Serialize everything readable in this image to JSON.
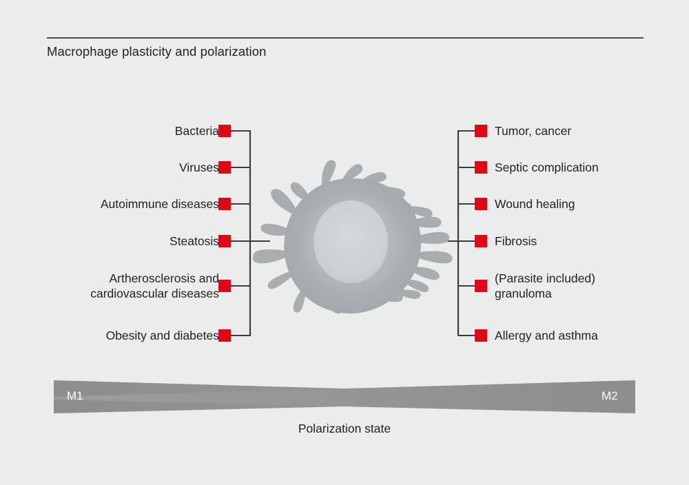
{
  "figure": {
    "title": "Macrophage plasticity and polarization",
    "axis_caption": "Polarization state",
    "background_color": "#ebecec",
    "accent_color": "#e30613",
    "rule_color": "#4c4f52",
    "wedge_color": "#8e9092",
    "cell_body_color": "#a9adb0",
    "cell_nucleus_color": "#cdd1d5"
  },
  "left_column": {
    "pole": "M1",
    "pole_label": "M1",
    "items": [
      {
        "marker": "red-square-marker",
        "lines": [
          "Bacteria"
        ]
      },
      {
        "marker": "red-square-marker",
        "lines": [
          "Viruses"
        ]
      },
      {
        "marker": "red-square-marker",
        "lines": [
          "Autoimmune diseases"
        ]
      },
      {
        "marker": "red-square-marker",
        "lines": [
          "Steatosis"
        ]
      },
      {
        "marker": "red-square-marker",
        "lines": [
          "Artherosclerosis and",
          "cardiovascular diseases"
        ]
      },
      {
        "marker": "red-square-marker",
        "lines": [
          "Obesity and diabetes"
        ]
      }
    ]
  },
  "right_column": {
    "pole": "M2",
    "pole_label": "M2",
    "items": [
      {
        "marker": "red-square-marker",
        "lines": [
          "Tumor, cancer"
        ]
      },
      {
        "marker": "red-square-marker",
        "lines": [
          "Septic complication"
        ]
      },
      {
        "marker": "red-square-marker",
        "lines": [
          "Wound healing"
        ]
      },
      {
        "marker": "red-square-marker",
        "lines": [
          "Fibrosis"
        ]
      },
      {
        "marker": "red-square-marker",
        "lines": [
          "(Parasite included)",
          "granuloma"
        ]
      },
      {
        "marker": "red-square-marker",
        "lines": [
          "Allergy and asthma"
        ]
      }
    ]
  },
  "center_graphic": {
    "name": "macrophage-cell-illustration",
    "description": "spiky macrophage cell with nucleus"
  }
}
